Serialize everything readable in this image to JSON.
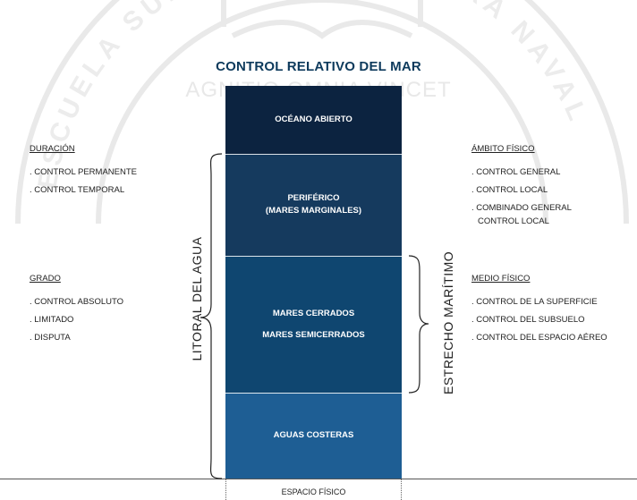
{
  "title": "CONTROL RELATIVO DEL MAR",
  "watermark": {
    "motto": "AGNITIO OMNIA VINCET",
    "ring": "ESCUELA SUPERIOR DE GUERRA NAVAL"
  },
  "blocks": {
    "oceano": "OCÉANO ABIERTO",
    "periferico_1": "PERIFÉRICO",
    "periferico_2": "(MARES MARGINALES)",
    "cerrados": "MARES CERRADOS",
    "semicerrados": "MARES SEMICERRADOS",
    "costeras": "AGUAS COSTERAS"
  },
  "colors": {
    "oceano": "#0c2340",
    "periferico": "#153a5e",
    "cerrados": "#0f4670",
    "costeras": "#1e5e94",
    "title": "#0d3a5c"
  },
  "brackets": {
    "litoral": "LITORAL DEL AGUA",
    "estrecho": "ESTRECHO MARÍTIMO"
  },
  "espacio": "ESPACIO FÍSICO",
  "left": {
    "duracion": {
      "heading": "DURACIÓN",
      "items": [
        ". CONTROL PERMANENTE",
        ". CONTROL TEMPORAL"
      ]
    },
    "grado": {
      "heading": "GRADO",
      "items": [
        ". CONTROL ABSOLUTO",
        ". LIMITADO",
        ". DISPUTA"
      ]
    }
  },
  "right": {
    "ambito": {
      "heading": "ÁMBITO FÍSICO",
      "items": [
        ". CONTROL GENERAL",
        ". CONTROL LOCAL",
        ". COMBINADO GENERAL",
        "CONTROL LOCAL"
      ]
    },
    "medio": {
      "heading": "MEDIO FÍSICO",
      "items": [
        ". CONTROL DE LA SUPERFICIE",
        ". CONTROL DEL SUBSUELO",
        ". CONTROL DEL ESPACIO AÉREO"
      ]
    }
  }
}
